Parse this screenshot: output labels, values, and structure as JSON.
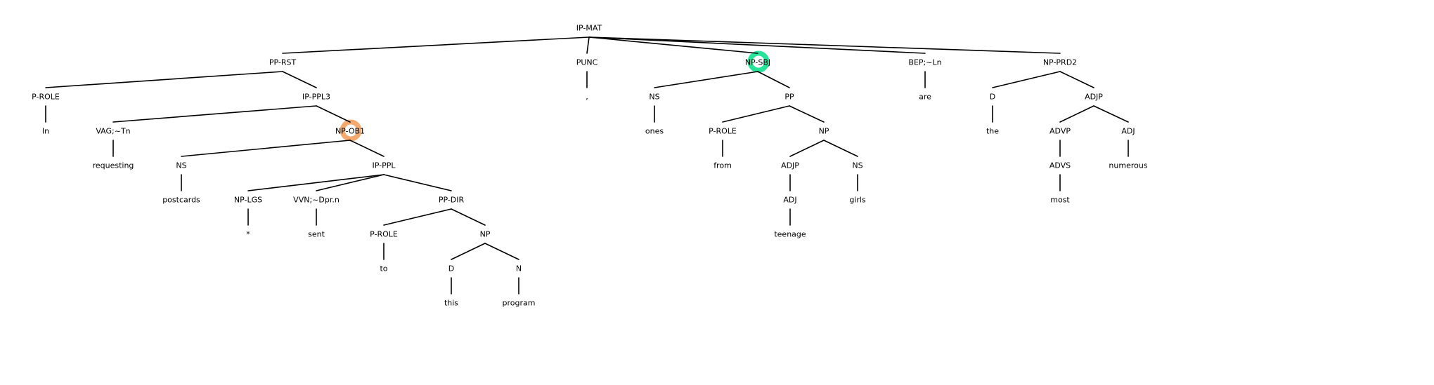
{
  "colors": {
    "edge": "#000000",
    "label": "#000000",
    "highlight_subject": "#00e08a",
    "highlight_object": "#f29a55"
  },
  "highlights": [
    {
      "node": "npsbj",
      "color": "#00e08a"
    },
    {
      "node": "npob1",
      "color": "#f29a55"
    }
  ],
  "nodes": [
    {
      "id": "root",
      "label": "IP-MAT"
    },
    {
      "id": "pprst",
      "label": "PP-RST",
      "parent": "root"
    },
    {
      "id": "punc",
      "label": "PUNC",
      "parent": "root"
    },
    {
      "id": "npsbj",
      "label": "NP-SBJ",
      "parent": "root"
    },
    {
      "id": "bep",
      "label": "BEP;~Ln",
      "parent": "root"
    },
    {
      "id": "npprd2",
      "label": "NP-PRD2",
      "parent": "root"
    },
    {
      "id": "prole1",
      "label": "P-ROLE",
      "parent": "pprst"
    },
    {
      "id": "ipppl3",
      "label": "IP-PPL3",
      "parent": "pprst"
    },
    {
      "id": "in",
      "label": "In",
      "parent": "prole1",
      "leaf": true
    },
    {
      "id": "vag",
      "label": "VAG;~Tn",
      "parent": "ipppl3"
    },
    {
      "id": "npob1",
      "label": "NP-OB1",
      "parent": "ipppl3"
    },
    {
      "id": "requesting",
      "label": "requesting",
      "parent": "vag",
      "leaf": true
    },
    {
      "id": "ns1",
      "label": "NS",
      "parent": "npob1"
    },
    {
      "id": "ipppl",
      "label": "IP-PPL",
      "parent": "npob1"
    },
    {
      "id": "postcards",
      "label": "postcards",
      "parent": "ns1",
      "leaf": true
    },
    {
      "id": "nplgs",
      "label": "NP-LGS",
      "parent": "ipppl"
    },
    {
      "id": "vvn",
      "label": "VVN;~Dpr.n",
      "parent": "ipppl"
    },
    {
      "id": "ppdir",
      "label": "PP-DIR",
      "parent": "ipppl"
    },
    {
      "id": "star",
      "label": "*",
      "parent": "nplgs",
      "leaf": true
    },
    {
      "id": "sent",
      "label": "sent",
      "parent": "vvn",
      "leaf": true
    },
    {
      "id": "prole2",
      "label": "P-ROLE",
      "parent": "ppdir"
    },
    {
      "id": "np1",
      "label": "NP",
      "parent": "ppdir"
    },
    {
      "id": "to",
      "label": "to",
      "parent": "prole2",
      "leaf": true
    },
    {
      "id": "d1",
      "label": "D",
      "parent": "np1"
    },
    {
      "id": "n1",
      "label": "N",
      "parent": "np1"
    },
    {
      "id": "this",
      "label": "this",
      "parent": "d1",
      "leaf": true
    },
    {
      "id": "program",
      "label": "program",
      "parent": "n1",
      "leaf": true
    },
    {
      "id": "comma",
      "label": ",",
      "parent": "punc",
      "leaf": true
    },
    {
      "id": "ns2",
      "label": "NS",
      "parent": "npsbj"
    },
    {
      "id": "pp1",
      "label": "PP",
      "parent": "npsbj"
    },
    {
      "id": "ones",
      "label": "ones",
      "parent": "ns2",
      "leaf": true
    },
    {
      "id": "prole3",
      "label": "P-ROLE",
      "parent": "pp1"
    },
    {
      "id": "np2",
      "label": "NP",
      "parent": "pp1"
    },
    {
      "id": "from",
      "label": "from",
      "parent": "prole3",
      "leaf": true
    },
    {
      "id": "adjp1",
      "label": "ADJP",
      "parent": "np2"
    },
    {
      "id": "ns3",
      "label": "NS",
      "parent": "np2"
    },
    {
      "id": "adj1",
      "label": "ADJ",
      "parent": "adjp1"
    },
    {
      "id": "teenage",
      "label": "teenage",
      "parent": "adj1",
      "leaf": true
    },
    {
      "id": "girls",
      "label": "girls",
      "parent": "ns3",
      "leaf": true
    },
    {
      "id": "are",
      "label": "are",
      "parent": "bep",
      "leaf": true
    },
    {
      "id": "d2",
      "label": "D",
      "parent": "npprd2"
    },
    {
      "id": "adjp2",
      "label": "ADJP",
      "parent": "npprd2"
    },
    {
      "id": "the",
      "label": "the",
      "parent": "d2",
      "leaf": true
    },
    {
      "id": "advp",
      "label": "ADVP",
      "parent": "adjp2"
    },
    {
      "id": "adj2",
      "label": "ADJ",
      "parent": "adjp2"
    },
    {
      "id": "advs",
      "label": "ADVS",
      "parent": "advp"
    },
    {
      "id": "most",
      "label": "most",
      "parent": "advs",
      "leaf": true
    },
    {
      "id": "numerous",
      "label": "numerous",
      "parent": "adj2",
      "leaf": true
    }
  ]
}
